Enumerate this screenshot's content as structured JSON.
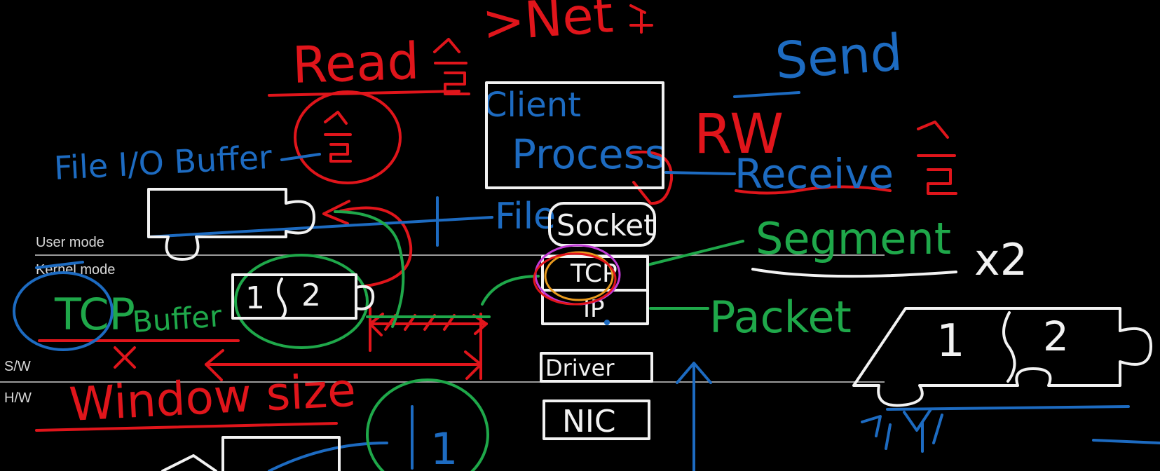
{
  "labels": {
    "user_mode": "User mode",
    "kernel_mode": "Kernel mode",
    "sw": "S/W",
    "hw": "H/W"
  },
  "ink": {
    "red_top": ">Net",
    "read": "Read",
    "file_io_buffer": "File I/O Buffer",
    "client": "Client",
    "process": "Process",
    "send": "Send",
    "rw": "RW",
    "receive": "Receive",
    "file": "File",
    "socket": "Socket",
    "segment": "Segment",
    "times_two": "x2",
    "tcp": "TCP",
    "ip": "IP",
    "packet": "Packet",
    "tcp_circle": "TCP",
    "buffer": "Buffer",
    "buf_1": "1",
    "buf_2": "2",
    "window_size": "Window size",
    "driver": "Driver",
    "nic": "NIC",
    "nic_1": "1",
    "right_1": "1",
    "right_2": "2"
  },
  "colors": {
    "red": "#e0151b",
    "blue": "#1d6bc1",
    "green": "#1fa84a",
    "white": "#f2f2f2",
    "gray_line": "#9a9a9a",
    "magenta": "#c23ad6",
    "orange": "#e89a1e"
  }
}
